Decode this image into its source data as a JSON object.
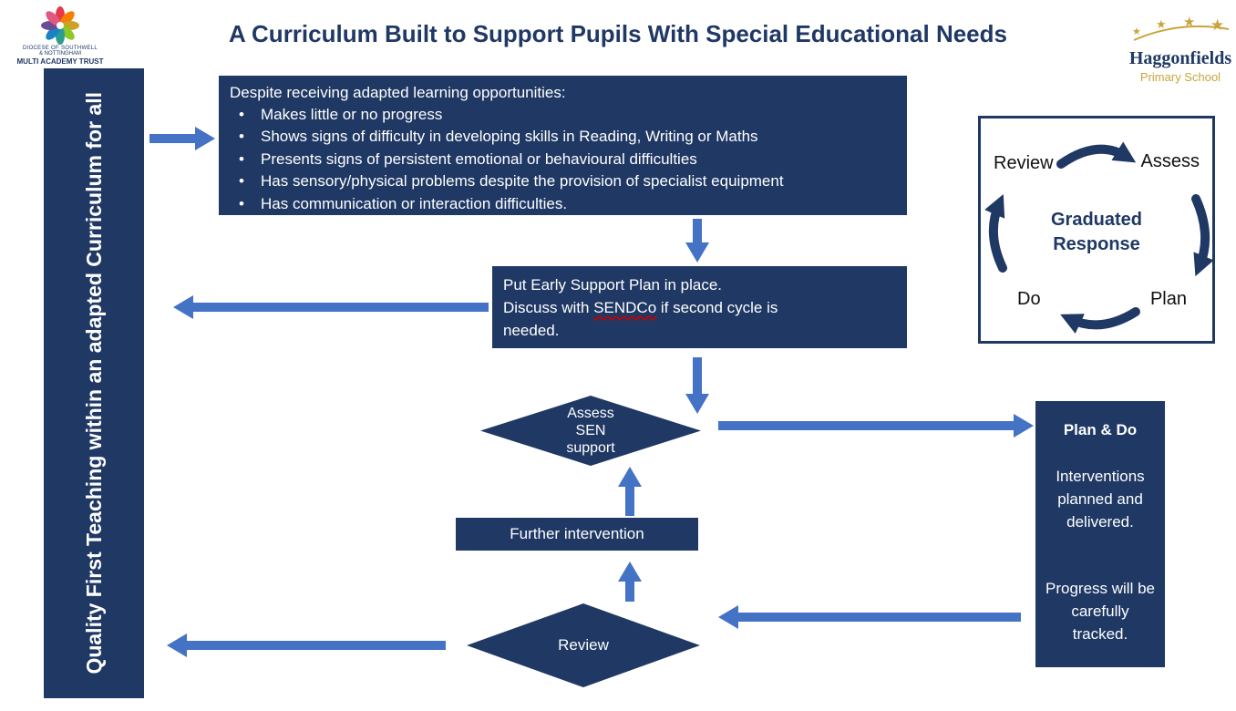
{
  "title": "A Curriculum Built to Support Pupils With Special Educational Needs",
  "header": {
    "trust_logo": {
      "line1": "DIOCESE OF SOUTHWELL",
      "line2": "& NOTTINGHAM",
      "line3": "MULTI ACADEMY TRUST"
    },
    "school_logo": {
      "name": "Haggonfields",
      "subtitle": "Primary School"
    }
  },
  "sidebar": {
    "label": "Quality First Teaching within an adapted Curriculum for all"
  },
  "criteria_box": {
    "heading": "Despite receiving adapted learning opportunities:",
    "bullets": [
      "Makes little or no progress",
      "Shows signs of difficulty in developing skills in Reading, Writing or Maths",
      "Presents signs of persistent emotional or behavioural difficulties",
      "Has sensory/physical problems despite the provision of specialist equipment",
      "Has communication or interaction difficulties."
    ]
  },
  "early_support_box": {
    "line1": "Put Early Support Plan in place.",
    "line2_pre": "Discuss with ",
    "sendco": "SENDCo",
    "line2_post": " if second cycle is",
    "line3": "needed."
  },
  "assess_diamond": {
    "line1": "Assess",
    "line2": "SEN",
    "line3": "support"
  },
  "further_box": {
    "label": "Further intervention"
  },
  "review_diamond": {
    "label": "Review"
  },
  "plan_do_box": {
    "heading": "Plan & Do",
    "para1": "Interventions planned and delivered.",
    "para2": "Progress will be carefully tracked."
  },
  "cycle_box": {
    "top_left": "Review",
    "top_right": "Assess",
    "center_line1": "Graduated",
    "center_line2": "Response",
    "bottom_left": "Do",
    "bottom_right": "Plan"
  },
  "colors": {
    "navy": "#1F3864",
    "arrow_blue": "#4472C4",
    "gold": "#C9A43B",
    "spellcheck_red": "#CC0000"
  }
}
